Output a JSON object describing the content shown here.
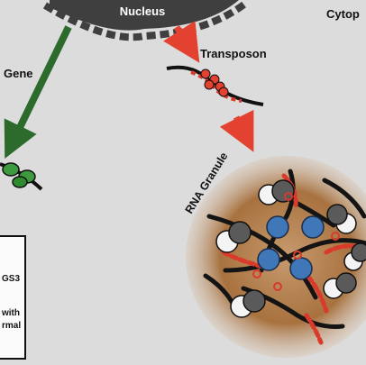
{
  "labels": {
    "nucleus": "Nucleus",
    "cytoplasm": "Cytop",
    "gene": "Gene",
    "transposon": "Transposon",
    "rna_granule": "RNA Granule",
    "box_line1": "GS3",
    "box_line2": "with",
    "box_line3": "rmal"
  },
  "colors": {
    "background": "#dcdcdc",
    "nucleus": "#3f3f3f",
    "gene_arrow": "#2c6b2c",
    "transposon_arrow": "#e2422f",
    "granule": "#b07a4a",
    "ribosome_dark": "#5a5a5a",
    "ribosome_light": "#f4f4f4",
    "blue_protein": "#3f77b8",
    "rna": "#141414",
    "rna_red": "#d93a2b"
  }
}
